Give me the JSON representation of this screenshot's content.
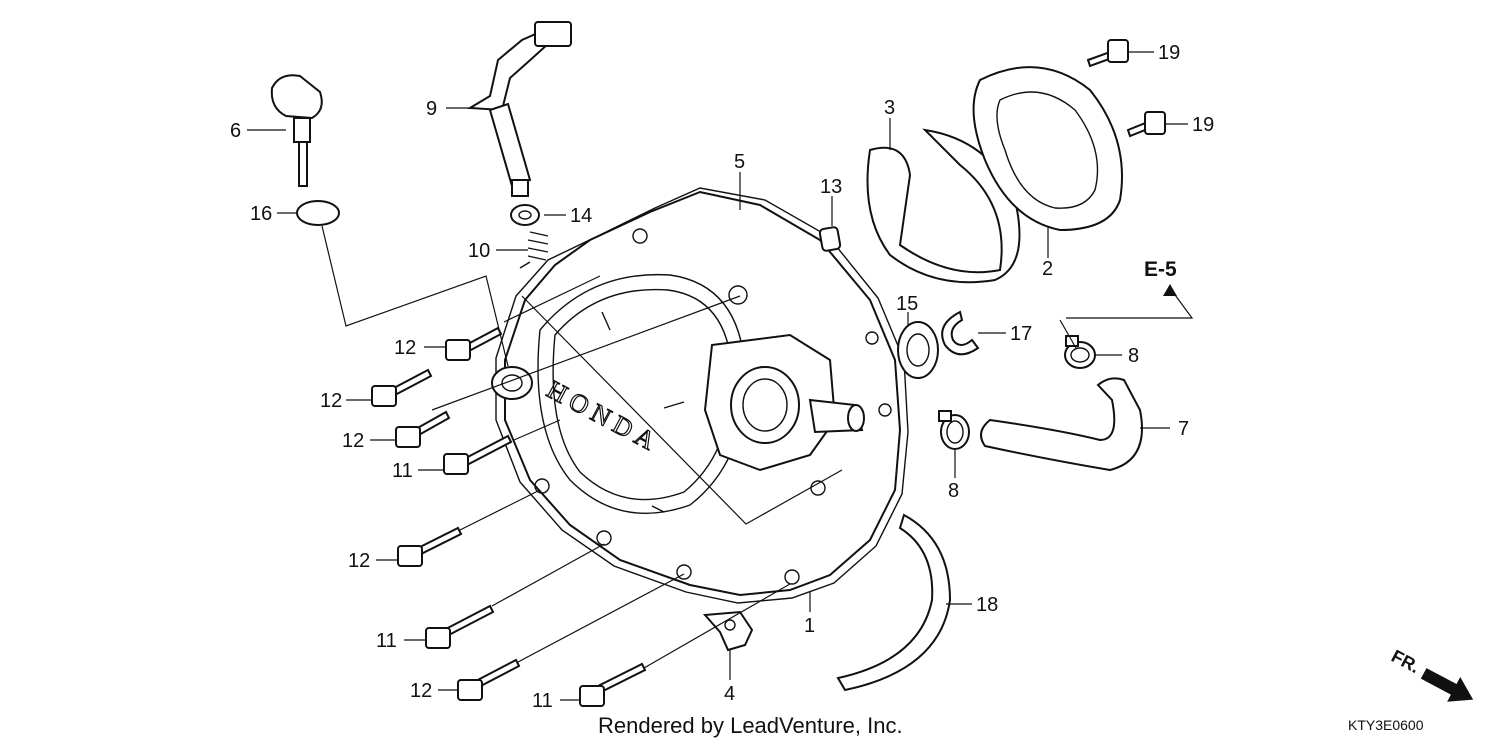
{
  "diagram": {
    "callouts": {
      "c1": "1",
      "c2": "2",
      "c3": "3",
      "c4": "4",
      "c5": "5",
      "c6": "6",
      "c7": "7",
      "c8a": "8",
      "c8b": "8",
      "c9": "9",
      "c10": "10",
      "c11a": "11",
      "c11b": "11",
      "c11c": "11",
      "c12a": "12",
      "c12b": "12",
      "c12c": "12",
      "c12d": "12",
      "c12e": "12",
      "c13": "13",
      "c14": "14",
      "c15": "15",
      "c16": "16",
      "c17": "17",
      "c18": "18",
      "c19a": "19",
      "c19b": "19"
    },
    "reference": "E-5",
    "cover_logo": "HONDA",
    "front_marker": "FR.",
    "credit": "Rendered by LeadVenture, Inc.",
    "diagram_code": "KTY3E0600"
  }
}
